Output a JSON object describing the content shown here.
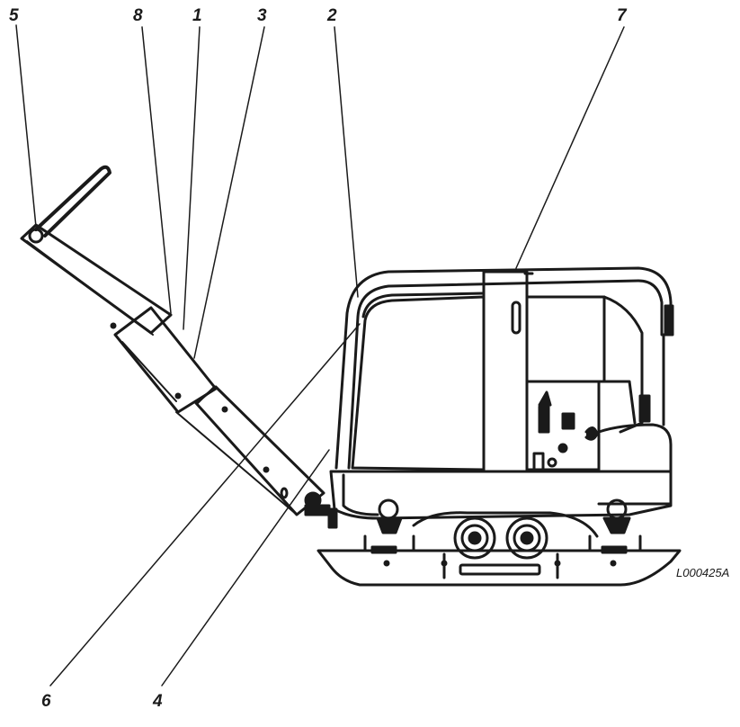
{
  "figure": {
    "reference_code": "L000425A",
    "callouts": {
      "c1": "1",
      "c2": "2",
      "c3": "3",
      "c4": "4",
      "c5": "5",
      "c6": "6",
      "c7": "7",
      "c8": "8"
    },
    "colors": {
      "ink": "#1a1a1a",
      "paper": "#ffffff"
    }
  }
}
